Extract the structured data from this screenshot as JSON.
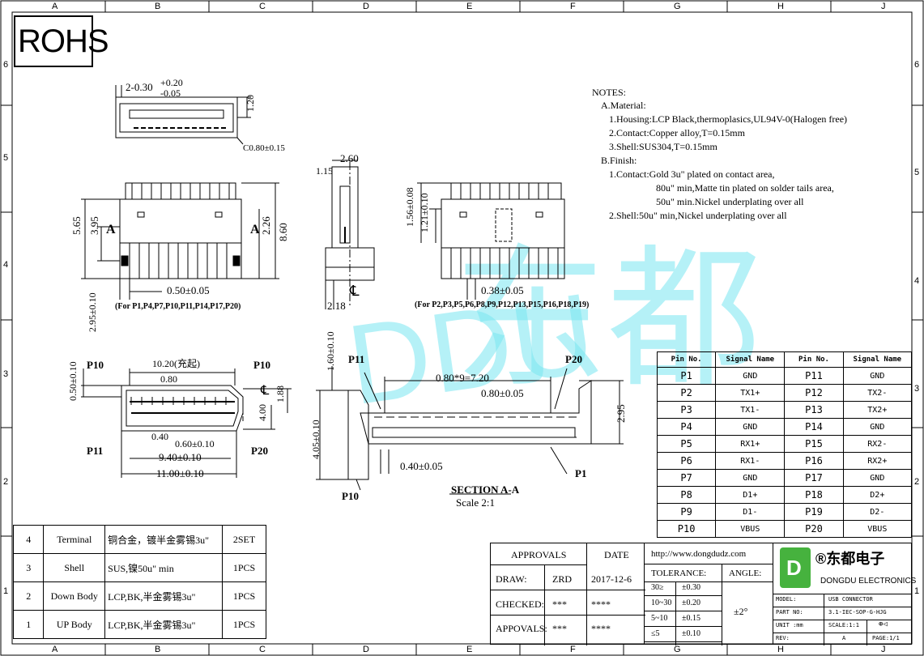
{
  "rohs": "ROHS",
  "grid": {
    "cols": [
      "A",
      "B",
      "C",
      "D",
      "E",
      "F",
      "G",
      "H",
      "J"
    ],
    "rows": [
      "6",
      "5",
      "4",
      "3",
      "2",
      "1"
    ]
  },
  "notes": {
    "title": "NOTES:",
    "a": "A.Material:",
    "a1": "1.Housing:LCP Black,thermoplasics,UL94V-0(Halogen free)",
    "a2": "2.Contact:Copper alloy,T=0.15mm",
    "a3": "3.Shell:SUS304,T=0.15mm",
    "b": "B.Finish:",
    "b1": "1.Contact:Gold 3u\" plated on contact area,",
    "b1b": "80u\" min,Matte tin plated on solder tails area,",
    "b1c": "50u\" min.Nickel underplating over all",
    "b2": "2.Shell:50u\" min,Nickel underplating over all"
  },
  "dims": {
    "d_width": "2-0.30",
    "d_plus": "+0.20",
    "d_minus": "-0.05",
    "d_120": "1.20",
    "d_c080": "C0.80±0.15",
    "d_260": "2.60",
    "d_115": "1.15",
    "d_565": "5.65",
    "d_395": "3.95",
    "d_226": "2.26",
    "d_860": "8.60",
    "d_a": "A",
    "d_295": "2.95±0.10",
    "d_050": "0.50±0.05",
    "d_218": "2.18",
    "d_cl": "℄",
    "d_156": "1.56±0.08",
    "d_121": "1.21±0.10",
    "d_038": "0.38±0.05",
    "pins_left": "(For P1,P4,P7,P10,P11,P14,P17,P20)",
    "pins_right": "(For P2,P3,P5,P6,P8,P9,P12,P13,P15,P16,P18,P19)",
    "p10": "P10",
    "p11": "P11",
    "p20": "P20",
    "p1": "P1",
    "d_1020": "10.20(充起)",
    "d_080": "0.80",
    "d_050b": "0.50±0.10",
    "d_188": "1.88",
    "d_400": "4.00",
    "d_040": "0.40",
    "d_060": "0.60±0.10",
    "d_940": "9.40±0.10",
    "d_1100": "11.00±0.10",
    "d_160": "1.60±0.10",
    "d_720": "0.80*9=7.20",
    "d_080b": "0.80±0.05",
    "d_295b": "2.95",
    "d_405": "4.05±0.10",
    "d_040b": "0.40±0.05",
    "section": "SECTION A-A",
    "scale": "Scale 2:1"
  },
  "pin_table": {
    "headers": [
      "Pin No.",
      "Signal Name",
      "Pin No.",
      "Signal Name"
    ],
    "rows": [
      [
        "P1",
        "GND",
        "P11",
        "GND"
      ],
      [
        "P2",
        "TX1+",
        "P12",
        "TX2-"
      ],
      [
        "P3",
        "TX1-",
        "P13",
        "TX2+"
      ],
      [
        "P4",
        "GND",
        "P14",
        "GND"
      ],
      [
        "P5",
        "RX1+",
        "P15",
        "RX2-"
      ],
      [
        "P6",
        "RX1-",
        "P16",
        "RX2+"
      ],
      [
        "P7",
        "GND",
        "P17",
        "GND"
      ],
      [
        "P8",
        "D1+",
        "P18",
        "D2+"
      ],
      [
        "P9",
        "D1-",
        "P19",
        "D2-"
      ],
      [
        "P10",
        "VBUS",
        "P20",
        "VBUS"
      ]
    ]
  },
  "bom": [
    [
      "4",
      "Terminal",
      "铜合金，镀半金雾锡3u\"",
      "2SET"
    ],
    [
      "3",
      "Shell",
      "SUS,镍50u\" min",
      "1PCS"
    ],
    [
      "2",
      "Down Body",
      "LCP,BK,半金雾锡3u\"",
      "1PCS"
    ],
    [
      "1",
      "UP Body",
      "LCP,BK,半金雾锡3u\"",
      "1PCS"
    ]
  ],
  "approvals": {
    "h_approvals": "APPROVALS",
    "h_date": "DATE",
    "draw": "DRAW:",
    "draw_by": "ZRD",
    "draw_date": "2017-12-6",
    "checked": "CHECKED:",
    "checked_by": "***",
    "checked_date": "****",
    "appovals": "APPOVALS:",
    "appovals_by": "***",
    "appovals_date": "****"
  },
  "company": {
    "url": "http://www.dongdudz.com",
    "name_cn": "®东都电子",
    "name_en": "DONGDU ELECTRONICS",
    "logo_letter": "D"
  },
  "tolerance": {
    "title": "TOLERANCE:",
    "angle_title": "ANGLE:",
    "angle": "±2°",
    "rows": [
      [
        "30≥",
        "±0.30"
      ],
      [
        "10~30",
        "±0.20"
      ],
      [
        "5~10",
        "±0.15"
      ],
      [
        "≤5",
        "±0.10"
      ]
    ]
  },
  "info": {
    "model_k": "MODEL:",
    "model_v": "USB CONNECTOR",
    "part_k": "PART NO:",
    "part_v": "3.1-IEC-SOP-G-HJG",
    "unit_k": "UNIT :mm",
    "scale_k": "SCALE:1:1",
    "rev_k": "REV:",
    "rev_v": "A",
    "page_v": "PAGE:1/1"
  },
  "watermark": {
    "latin": "DDU",
    "cn": "东都"
  }
}
